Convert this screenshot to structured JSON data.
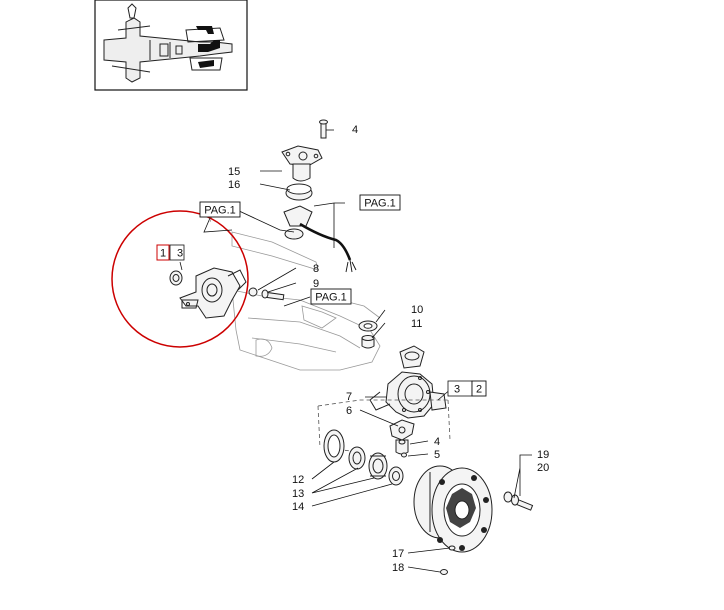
{
  "diagram": {
    "references": {
      "pag1_a": "PAG.1",
      "pag1_b": "PAG.1",
      "pag1_c": "PAG.1"
    },
    "callouts": {
      "c1": "1",
      "c2": "2",
      "c3a": "3",
      "c3b": "3",
      "c4a": "4",
      "c4b": "4",
      "c5": "5",
      "c6": "6",
      "c7": "7",
      "c8": "8",
      "c9": "9",
      "c10": "10",
      "c11": "11",
      "c12": "12",
      "c13": "13",
      "c14": "14",
      "c15": "15",
      "c16": "16",
      "c17": "17",
      "c18": "18",
      "c19": "19",
      "c20": "20"
    },
    "highlight_color": "#cc0000"
  }
}
